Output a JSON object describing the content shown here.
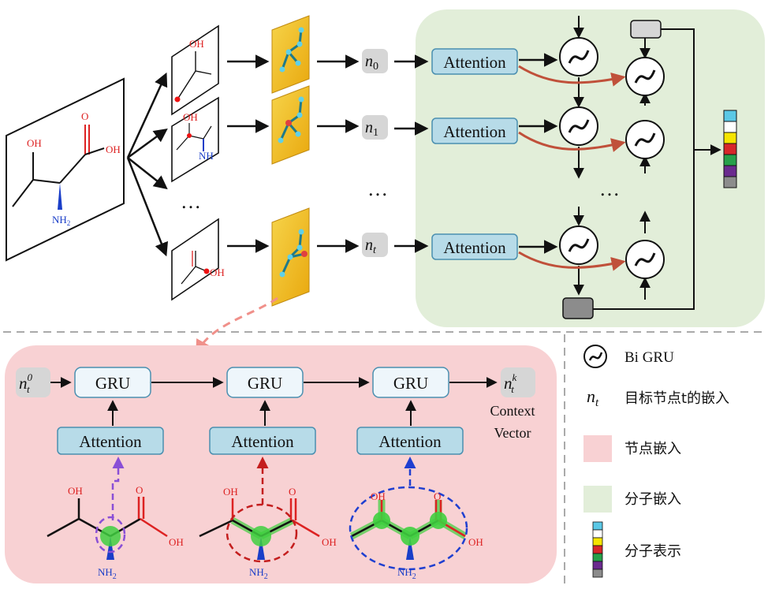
{
  "top": {
    "dots": "…",
    "nodes": [
      {
        "base": "n",
        "sub": "0"
      },
      {
        "base": "n",
        "sub": "1"
      },
      {
        "base": "n",
        "sub": "t"
      }
    ],
    "attention_label": "Attention",
    "nodes_dots": "…",
    "bigru_dots": "…"
  },
  "molecule": {
    "oh_top": "OH",
    "oh_right": "OH",
    "o_label": "O",
    "nh2": "NH",
    "nh2_sub": "2"
  },
  "bottom": {
    "n_start": {
      "base": "n",
      "sub": "t",
      "sup": "0"
    },
    "n_end": {
      "base": "n",
      "sub": "t",
      "sup": "k"
    },
    "gru_label": "GRU",
    "attention_label": "Attention",
    "context_line1": "Context",
    "context_line2": "Vector"
  },
  "legend": {
    "bigru": "Bi GRU",
    "nt_base": "n",
    "nt_sub": "t",
    "nt_desc": "目标节点t的嵌入",
    "node_embed": "节点嵌入",
    "mol_embed": "分子嵌入",
    "mol_repr": "分子表示"
  },
  "colors": {
    "green_panel": "#e2eed9",
    "pink_panel": "#f8d1d3",
    "attention_fill": "#b7dbe8",
    "gru_fill": "#eef6fb",
    "node_gray": "#d6d6d6",
    "arrow_orange": "#c0503a",
    "legend_swatches": [
      "#5bc8e6",
      "#ffffff",
      "#f5e400",
      "#d7262a",
      "#27a04a",
      "#6a2a8e",
      "#8c8c8c"
    ]
  }
}
